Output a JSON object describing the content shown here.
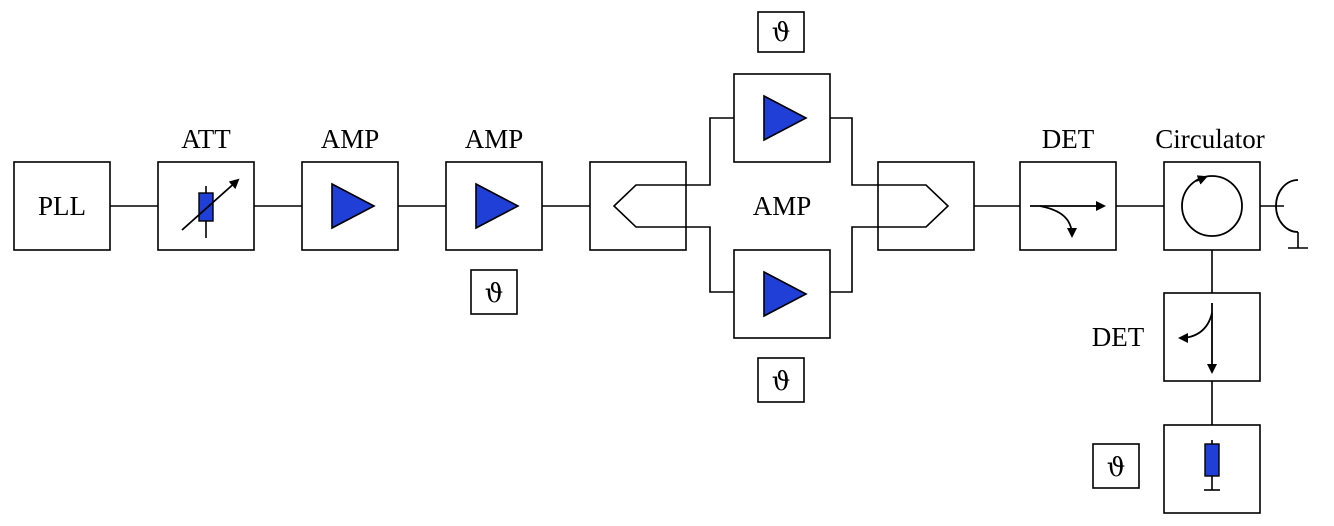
{
  "diagram": {
    "labels": {
      "pll": "PLL",
      "att": "ATT",
      "amp1": "AMP",
      "amp2": "AMP",
      "amp_parallel": "AMP",
      "det_forward": "DET",
      "circulator": "Circulator",
      "det_reflected": "DET"
    },
    "temperature_symbol": "ϑ",
    "colors": {
      "component_fill": "#1f3fd6",
      "line": "#000000",
      "background": "#ffffff"
    }
  }
}
